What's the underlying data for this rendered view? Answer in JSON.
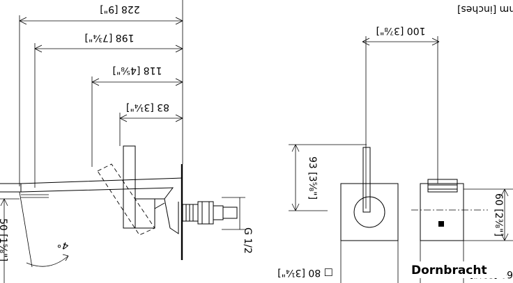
{
  "drawing": {
    "unit_note": "mm [inches]",
    "brand": "Dornbracht",
    "side_view": {
      "dim_overall": "228 [9\"]",
      "dim_spout": "198 [7¾\"]",
      "dim_handle_reach": "118 [4⅝\"]",
      "dim_lever": "83 [3¼\"]",
      "dim_thread": "G 1/2",
      "dim_spout_height": "50 [1⅝\"]",
      "angle_label": "4°"
    },
    "front_view": {
      "dim_lever_length": "100 [3⅞\"]",
      "dim_lever_height": "93 [3⅝\"]",
      "dim_plate": "□ 80 [3¼\"]",
      "dim_body_height": "60 [2⅜\"]",
      "dim_body_width_partial": "60 [2⅜\"]"
    }
  }
}
